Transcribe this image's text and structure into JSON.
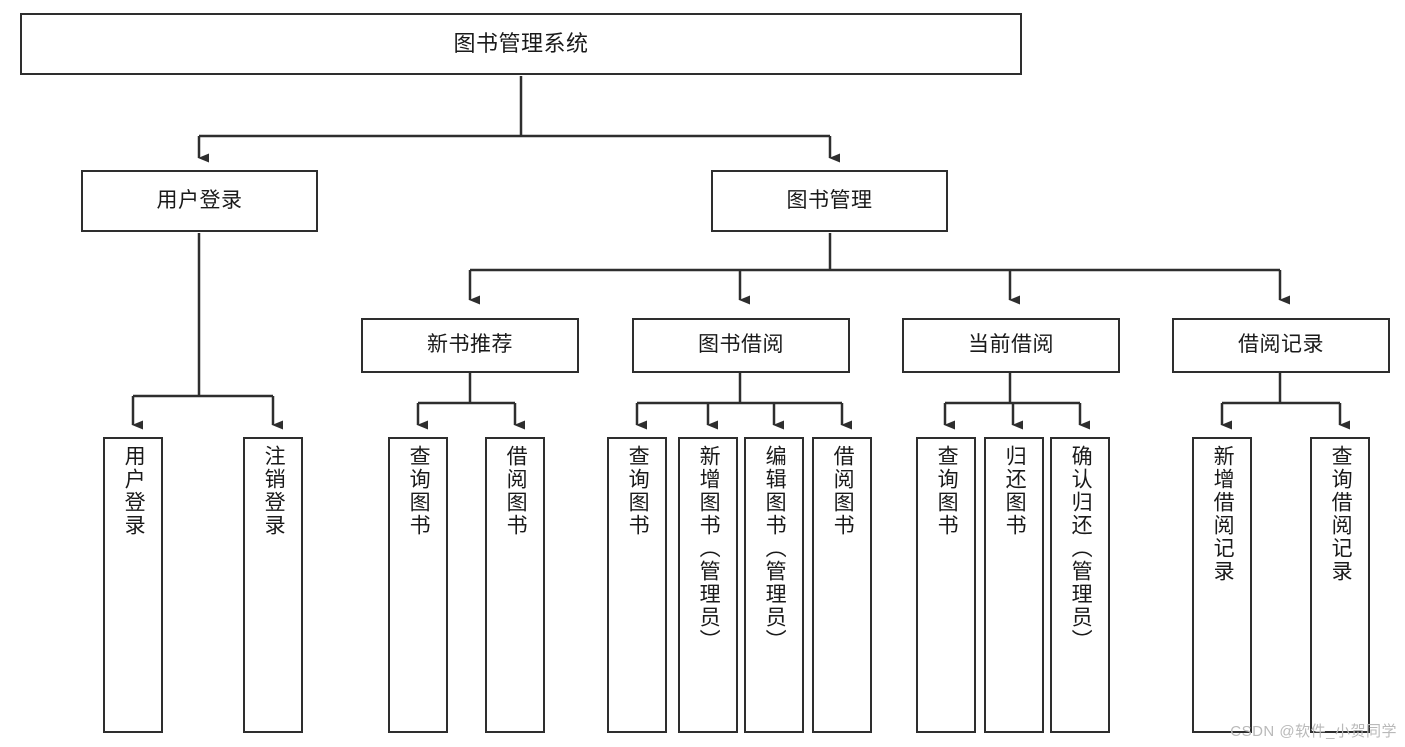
{
  "diagram": {
    "title": "图书管理系统",
    "watermark": "CSDN @软件_小贺同学",
    "line_color": "#2e2e2e",
    "box_fill": "#ffffff",
    "text_color": "#1a1a1a",
    "nodes": {
      "root": {
        "label": "图书管理系统"
      },
      "level2": [
        {
          "label": "用户登录"
        },
        {
          "label": "图书管理"
        }
      ],
      "level3": [
        {
          "label": "新书推荐"
        },
        {
          "label": "图书借阅"
        },
        {
          "label": "当前借阅"
        },
        {
          "label": "借阅记录"
        }
      ],
      "leaves_user_login": [
        {
          "label": "用户登录"
        },
        {
          "label": "注销登录"
        }
      ],
      "leaves_new_book": [
        {
          "label": "查询图书"
        },
        {
          "label": "借阅图书"
        }
      ],
      "leaves_borrow": [
        {
          "label": "查询图书"
        },
        {
          "label": "新增图书（管理员）"
        },
        {
          "label": "编辑图书（管理员）"
        },
        {
          "label": "借阅图书"
        }
      ],
      "leaves_current": [
        {
          "label": "查询图书"
        },
        {
          "label": "归还图书"
        },
        {
          "label": "确认归还（管理员）"
        }
      ],
      "leaves_records": [
        {
          "label": "新增借阅记录"
        },
        {
          "label": "查询借阅记录"
        }
      ]
    }
  }
}
